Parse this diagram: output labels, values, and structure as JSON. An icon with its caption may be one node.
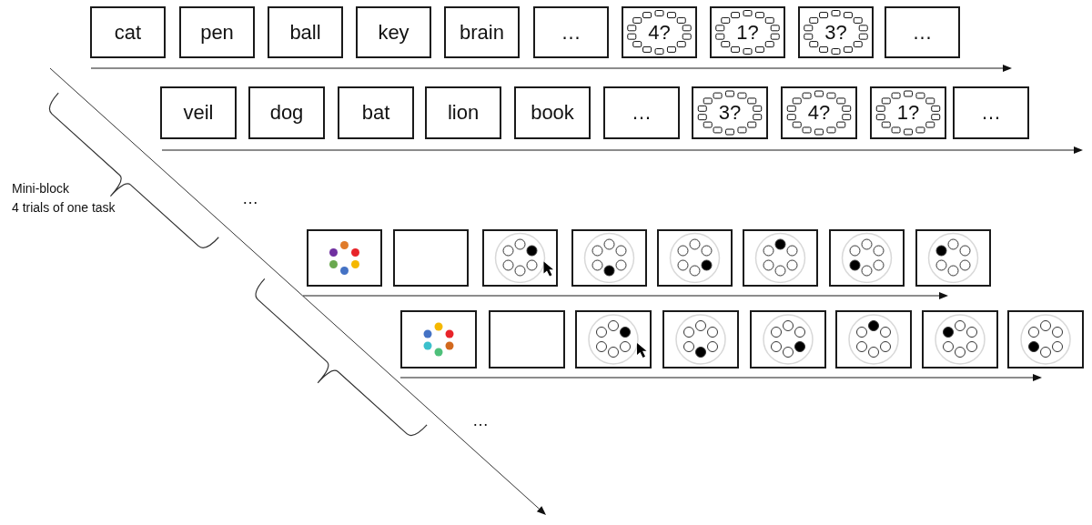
{
  "diagram": {
    "nodes": [
      {
        "text": [
          "cat"
        ]
      },
      {
        "text": [
          "pen"
        ]
      },
      {
        "text": [
          "ball"
        ]
      },
      {
        "text": [
          "key"
        ]
      },
      {
        "text": [
          "brain"
        ]
      },
      {
        "text": [
          "…"
        ]
      },
      {
        "text": [
          "4?"
        ]
      },
      {
        "text": [
          "1?"
        ]
      },
      {
        "text": [
          "3?"
        ]
      },
      {
        "text": [
          "…"
        ]
      },
      {
        "text": [
          "veil"
        ]
      },
      {
        "text": [
          "dog"
        ]
      },
      {
        "text": [
          "bat"
        ]
      },
      {
        "text": [
          "lion"
        ]
      },
      {
        "text": [
          "book"
        ]
      },
      {
        "text": [
          "…"
        ]
      },
      {
        "text": [
          "3?"
        ]
      },
      {
        "text": [
          "4?"
        ]
      },
      {
        "text": [
          "1?"
        ]
      },
      {
        "text": [
          "…"
        ]
      },
      {
        "text": [],
        "shape": "picture"
      },
      {
        "text": [],
        "shape": "box"
      },
      {
        "text": [],
        "shape": "picture"
      },
      {
        "text": [],
        "shape": "picture"
      },
      {
        "text": [],
        "shape": "picture"
      },
      {
        "text": [],
        "shape": "picture"
      },
      {
        "text": [],
        "shape": "picture"
      },
      {
        "text": [],
        "shape": "picture"
      },
      {
        "text": [],
        "shape": "picture"
      },
      {
        "text": [],
        "shape": "box"
      },
      {
        "text": [],
        "shape": "picture"
      },
      {
        "text": [],
        "shape": "picture"
      },
      {
        "text": [],
        "shape": "picture"
      },
      {
        "text": [],
        "shape": "picture"
      },
      {
        "text": [],
        "shape": "picture"
      },
      {
        "text": [],
        "shape": "picture"
      }
    ],
    "labels": [
      "Mini-block",
      "4 trials of one task",
      "…",
      "…"
    ]
  }
}
